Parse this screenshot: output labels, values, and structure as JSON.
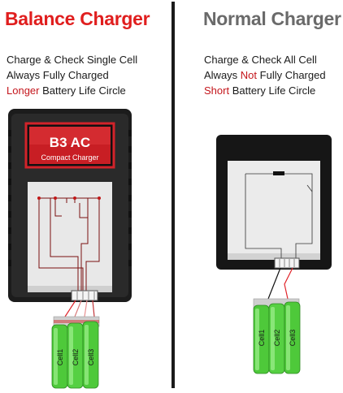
{
  "balance": {
    "title": "Balance Charger",
    "lines": [
      {
        "prefix": "",
        "highlight": "",
        "suffix": "Charge & Check Single Cell"
      },
      {
        "prefix": "",
        "highlight": "",
        "suffix": "Always Fully Charged"
      },
      {
        "prefix": "",
        "highlight": "Longer",
        "suffix": " Battery Life Circle"
      }
    ],
    "brand": "B3 AC",
    "model": "Compact Charger",
    "cells": [
      "Cell1",
      "Cell2",
      "Cell3"
    ]
  },
  "normal": {
    "title": "Normal Charger",
    "lines": [
      {
        "prefix": "Charge & Check All Cell",
        "highlight": "",
        "suffix": ""
      },
      {
        "prefix": "Always ",
        "highlight": "Not",
        "suffix": " Fully Charged"
      },
      {
        "prefix": "",
        "highlight": "Short",
        "suffix": " Battery Life Circle"
      }
    ],
    "cells": [
      "Cell1",
      "Cell2",
      "Cell3"
    ]
  },
  "colors": {
    "balance_title": "#e01e1e",
    "normal_title": "#6a6a6a",
    "highlight": "#c4161c",
    "battery_green": "#4ec93a",
    "charger_body": "#1c1c1c"
  }
}
